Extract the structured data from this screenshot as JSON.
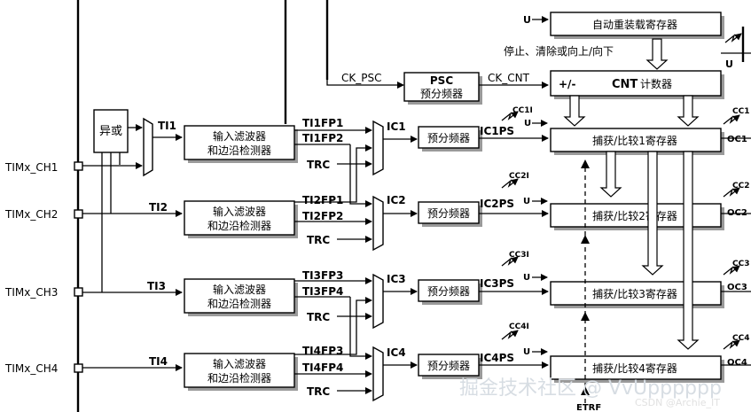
{
  "inputs": {
    "ch1": "TIMx_CH1",
    "ch2": "TIMx_CH2",
    "ch3": "TIMx_CH3",
    "ch4": "TIMx_CH4"
  },
  "xor": "异或",
  "ti": {
    "ti1": "TI1",
    "ti2": "TI2",
    "ti3": "TI3",
    "ti4": "TI4"
  },
  "filter": {
    "line1": "输入滤波器",
    "line2": "和边沿检测器"
  },
  "fp": {
    "tf1a": "TI1FP1",
    "tf1b": "TI1FP2",
    "tf2a": "TI2FP1",
    "tf2b": "TI2FP2",
    "tf3a": "TI3FP3",
    "tf3b": "TI3FP4",
    "tf4a": "TI4FP3",
    "tf4b": "TI4FP4"
  },
  "trc": "TRC",
  "ic": {
    "ic1": "IC1",
    "ic2": "IC2",
    "ic3": "IC3",
    "ic4": "IC4"
  },
  "prescaler": "预分频器",
  "icps": {
    "p1": "IC1PS",
    "p2": "IC2PS",
    "p3": "IC3PS",
    "p4": "IC4PS"
  },
  "cci": {
    "c1": "CC1I",
    "c2": "CC2I",
    "c3": "CC3I",
    "c4": "CC4I"
  },
  "u": "U",
  "capture": {
    "r1": "捕获/比较1寄存器",
    "r2": "捕获/比较2寄存器",
    "r3": "捕获/比较3寄存器",
    "r4": "捕获/比较4寄存器"
  },
  "oc": {
    "o1": "OC1",
    "o2": "OC2",
    "o3": "OC3",
    "o4": "OC4"
  },
  "edge": {
    "cc1": "CC1",
    "cc2": "CC2",
    "cc3": "CC3",
    "cc4": "CC4"
  },
  "autoreload": "自动重装载寄存器",
  "stop_text": "停止、清除或向上/向下",
  "ck_psc": "CK_PSC",
  "ck_cnt": "CK_CNT",
  "psc": {
    "title": "PSC",
    "sub": "预分频器"
  },
  "cnt": {
    "dir": "+/-",
    "name": "CNT",
    "sub": "计数器"
  },
  "etrf": "ETRF",
  "watermark": {
    "main": "掘金技术社区 @ VvUpppppp",
    "sub": "CSDN @Archie_IT"
  }
}
